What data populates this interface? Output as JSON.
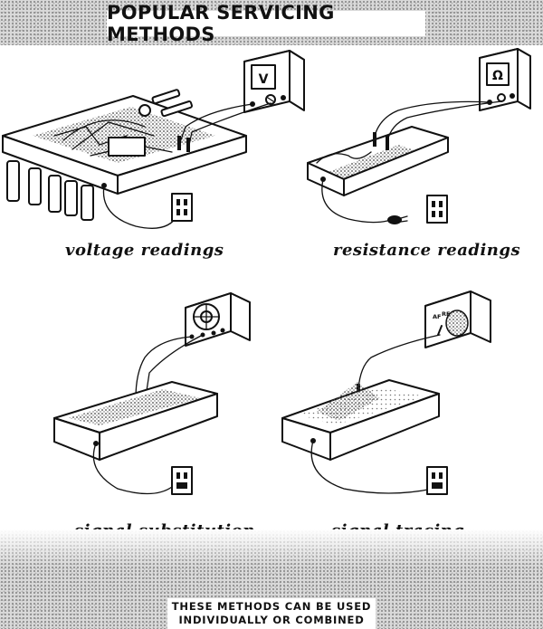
{
  "title": "POPULAR SERVICING METHODS",
  "captions": {
    "voltage": "voltage readings",
    "resistance": "resistance readings",
    "substitution": "signal substitution",
    "tracing": "signal tracing"
  },
  "meter_symbols": {
    "voltmeter": "V",
    "ohmmeter": "Ω"
  },
  "tracer_labels": {
    "af": "AF",
    "rf": "RF"
  },
  "footer": {
    "line1": "THESE METHODS CAN BE USED",
    "line2": "INDIVIDUALLY OR COMBINED"
  }
}
